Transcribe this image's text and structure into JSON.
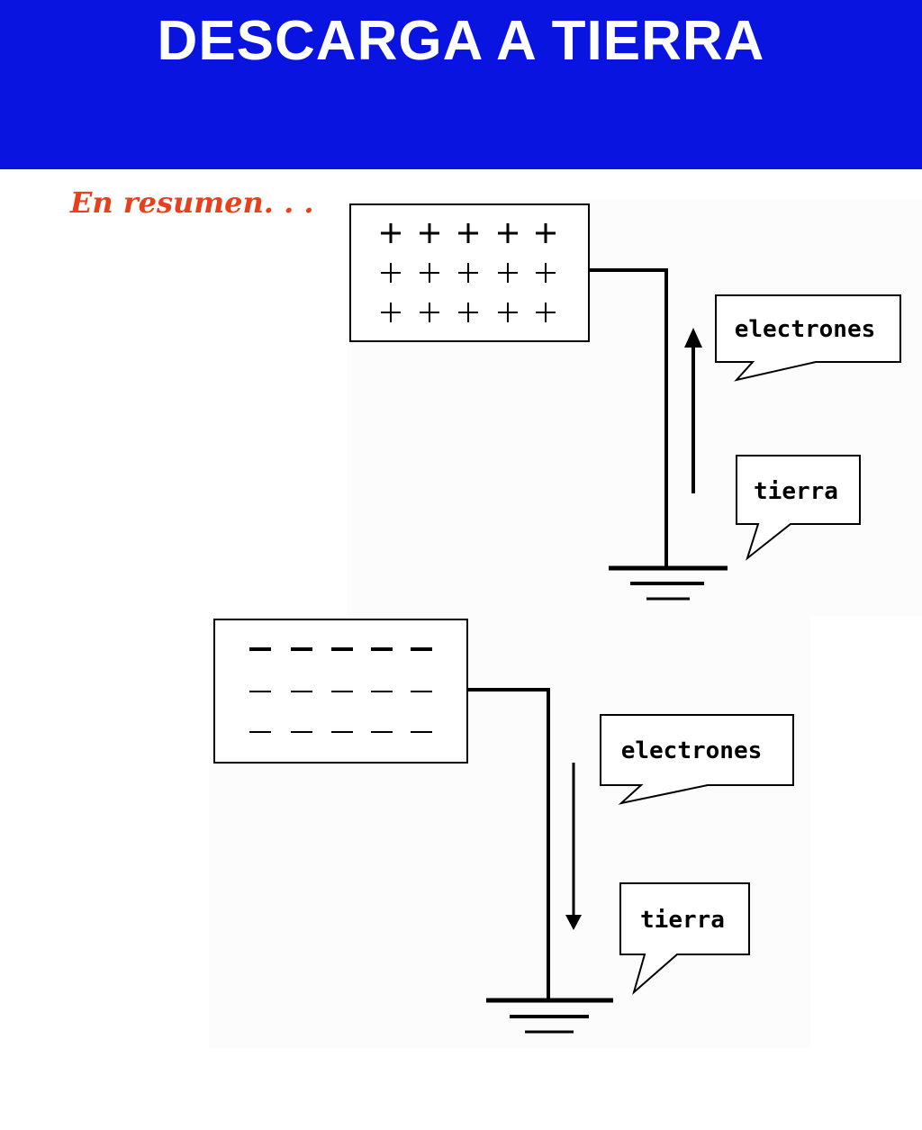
{
  "header": {
    "title": "DESCARGA A TIERRA",
    "background_color": "#0a14e0"
  },
  "subtitle": "En resumen. . .",
  "subtitle_color": "#e8401c",
  "diagrams": [
    {
      "charge_symbol": "+",
      "callout_electrons": "electrones",
      "callout_ground": "tierra",
      "arrow_direction": "up"
    },
    {
      "charge_symbol": "—",
      "callout_electrons": "electrones",
      "callout_ground": "tierra",
      "arrow_direction": "down"
    }
  ]
}
